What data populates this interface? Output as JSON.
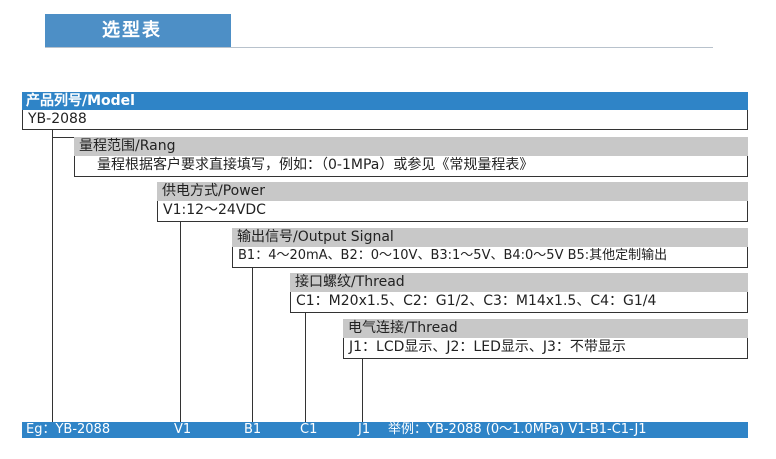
{
  "title": "选型表",
  "model_header": "产品列号/Model",
  "model_value": "YB-2088",
  "range": {
    "label": "量程范围/Rang",
    "value": "量程根据客户要求直接填写，例如：（0-1MPa）或参见《常规量程表》"
  },
  "power": {
    "label": "供电方式/Power",
    "value": "V1:12～24VDC"
  },
  "output": {
    "label": "输出信号/Output Signal",
    "value": "B1：4～20mA、B2：0～10V、B3:1～5V、B4:0～5V B5:其他定制输出"
  },
  "thread": {
    "label": "接口螺纹/Thread",
    "value": "C1：M20x1.5、C2：G1/2、C3：M14x1.5、C4：G1/4"
  },
  "display": {
    "label": "电气连接/Thread",
    "value": "J1：LCD显示、J2：LED显示、J3：不带显示"
  },
  "example": {
    "eg": "Eg：YB-2088",
    "v": "V1",
    "b": "B1",
    "c": "C1",
    "j": "J1",
    "full": "举例：YB-2088 (0～1.0MPa) V1-B1-C1-J1"
  },
  "colors": {
    "blue": "#2f84c7",
    "title_blue": "#4d8fc6",
    "gray": "#c8c8c8"
  }
}
